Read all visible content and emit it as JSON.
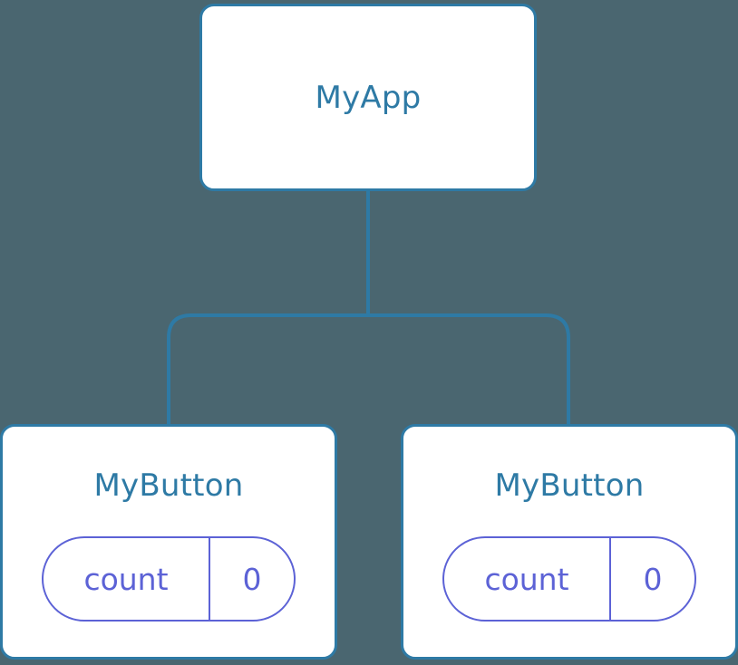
{
  "diagram": {
    "type": "component-tree",
    "background_color": "#4a6670",
    "node_border_color": "#2e7aa5",
    "node_background_color": "#ffffff",
    "node_title_color": "#2e7aa5",
    "connector_color": "#2e7aa5",
    "pill_color": "#5c62d6"
  },
  "root": {
    "title": "MyApp"
  },
  "children": [
    {
      "title": "MyButton",
      "state": {
        "key": "count",
        "value": "0"
      }
    },
    {
      "title": "MyButton",
      "state": {
        "key": "count",
        "value": "0"
      }
    }
  ]
}
